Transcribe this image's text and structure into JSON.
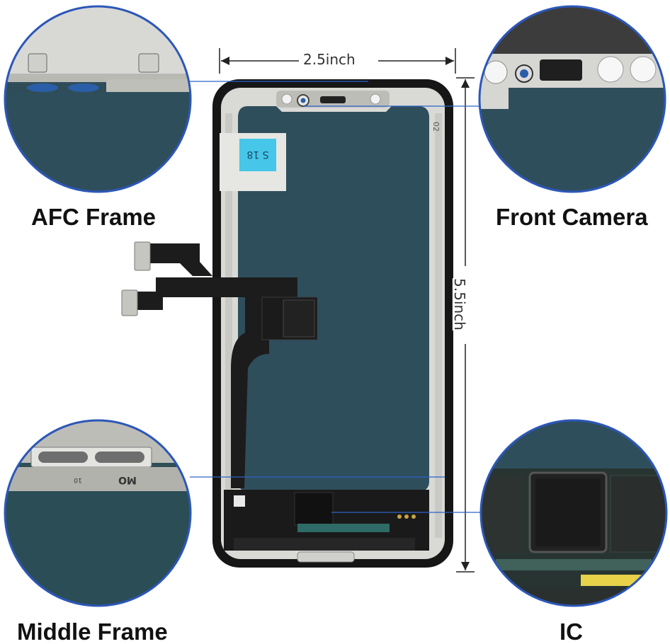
{
  "captions": {
    "afc_frame": "AFC Frame",
    "front_camera": "Front Camera",
    "middle_frame": "Middle Frame",
    "ic": "IC"
  },
  "dimensions": {
    "width_label": "2.5inch",
    "height_label": "5.5inch"
  },
  "panel_markings": {
    "sticker_text": "S 18",
    "corner_text": "02",
    "middle_frame_text": "MO",
    "middle_frame_small": "10"
  },
  "colors": {
    "screen": "#2f4e5c",
    "frame_silver": "#d9d9d6",
    "bezel_black": "#161616",
    "flex_black": "#1c1c1c",
    "callout_ring": "#2c57b8",
    "callout_line": "#2c63c7",
    "sticker_blue": "#46c6e8",
    "gold_pad": "#c9a443"
  }
}
